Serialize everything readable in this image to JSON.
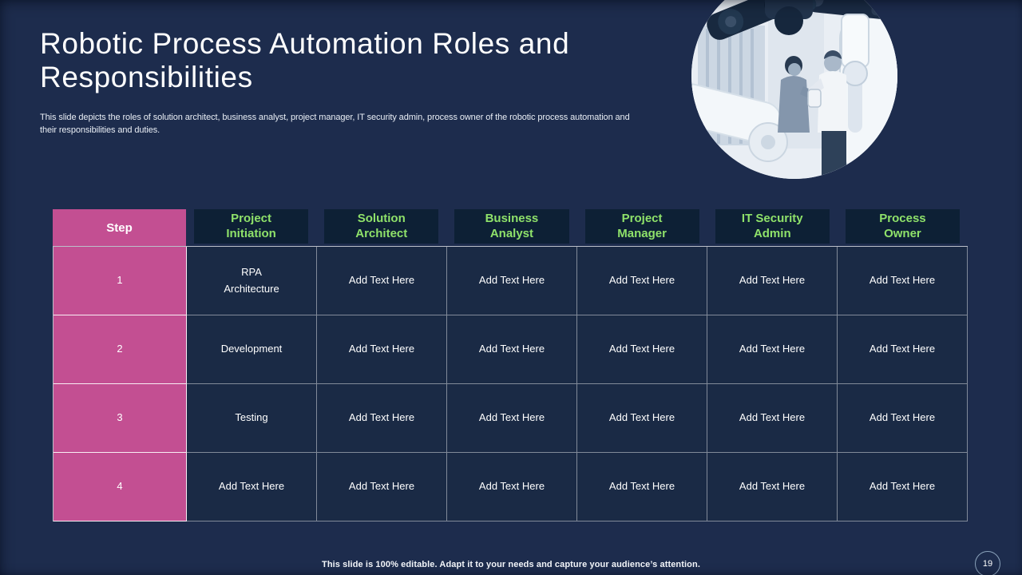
{
  "slide": {
    "title": "Robotic Process Automation Roles and Responsibilities",
    "subtitle": "This slide depicts the roles of solution architect, business analyst, project manager, IT security admin, process owner of the robotic process automation and their responsibilities and duties.",
    "footer": "This slide is 100% editable. Adapt it to your needs and capture your audience’s attention.",
    "page_number": "19"
  },
  "hero_image": {
    "alt": "Two engineers inspecting industrial robot arms in a robotics lab, duotone navy photo in a circular crop"
  },
  "table": {
    "headers": [
      "Step",
      "Project Initiation",
      "Solution Architect",
      "Business Analyst",
      "Project Manager",
      "IT Security Admin",
      "Process Owner"
    ],
    "rows": [
      [
        "1",
        "RPA Architecture",
        "Add Text Here",
        "Add Text Here",
        "Add Text Here",
        "Add Text Here",
        "Add Text Here"
      ],
      [
        "2",
        "Development",
        "Add Text Here",
        "Add Text Here",
        "Add Text Here",
        "Add Text Here",
        "Add Text Here"
      ],
      [
        "3",
        "Testing",
        "Add Text Here",
        "Add Text Here",
        "Add Text Here",
        "Add Text Here",
        "Add Text Here"
      ],
      [
        "4",
        "Add Text Here",
        "Add Text Here",
        "Add Text Here",
        "Add Text Here",
        "Add Text Here",
        "Add Text Here"
      ]
    ]
  },
  "colors": {
    "background": "#1d2c4d",
    "accent_pink": "#c34f92",
    "accent_green": "#8fe26a",
    "header_chip": "#0d2035",
    "cell_background": "#1a2a45"
  }
}
